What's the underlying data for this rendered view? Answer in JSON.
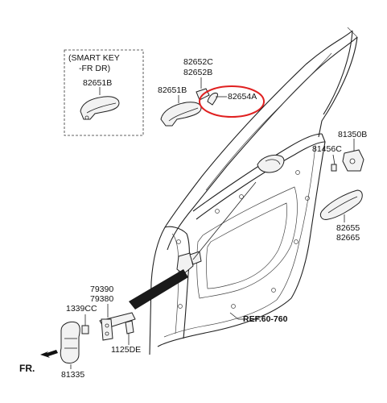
{
  "diagram": {
    "smart_key_box": {
      "line1": "(SMART KEY",
      "line2": "-FR DR)",
      "part": "82651B"
    },
    "labels": {
      "p82652C": "82652C",
      "p82652B": "82652B",
      "p82651B": "82651B",
      "p82654A": "82654A",
      "p81350B": "81350B",
      "p81456C": "81456C",
      "p82655": "82655",
      "p82665": "82665",
      "p79390": "79390",
      "p79380": "79380",
      "p1339CC": "1339CC",
      "p1125DE": "1125DE",
      "p81335": "81335",
      "ref": "REF.60-760",
      "front": "FR."
    },
    "highlight_color": "#e02020"
  }
}
